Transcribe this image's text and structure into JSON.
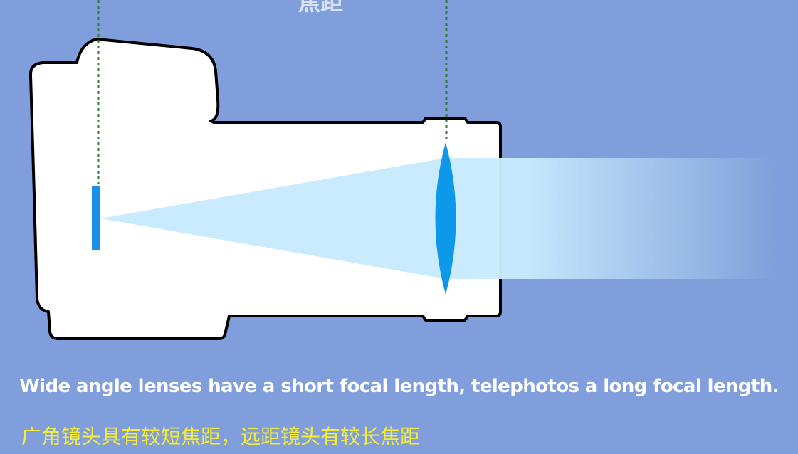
{
  "top_label": "焦距",
  "caption_en": "Wide angle lenses have a short focal length, telephotos a long focal length.",
  "caption_zh": "广角镜头具有较短焦距，远距镜头有较长焦距",
  "colors": {
    "background": "#7f9edb",
    "camera_body": "#ffffff",
    "outline": "#000000",
    "sensor": "#1a90e8",
    "lens": "#0e98ea",
    "light_beam": "#c9ebfd",
    "focal_marker": "#2e7d32",
    "caption_en": "#ffffff",
    "caption_zh": "#f4ec3a"
  }
}
